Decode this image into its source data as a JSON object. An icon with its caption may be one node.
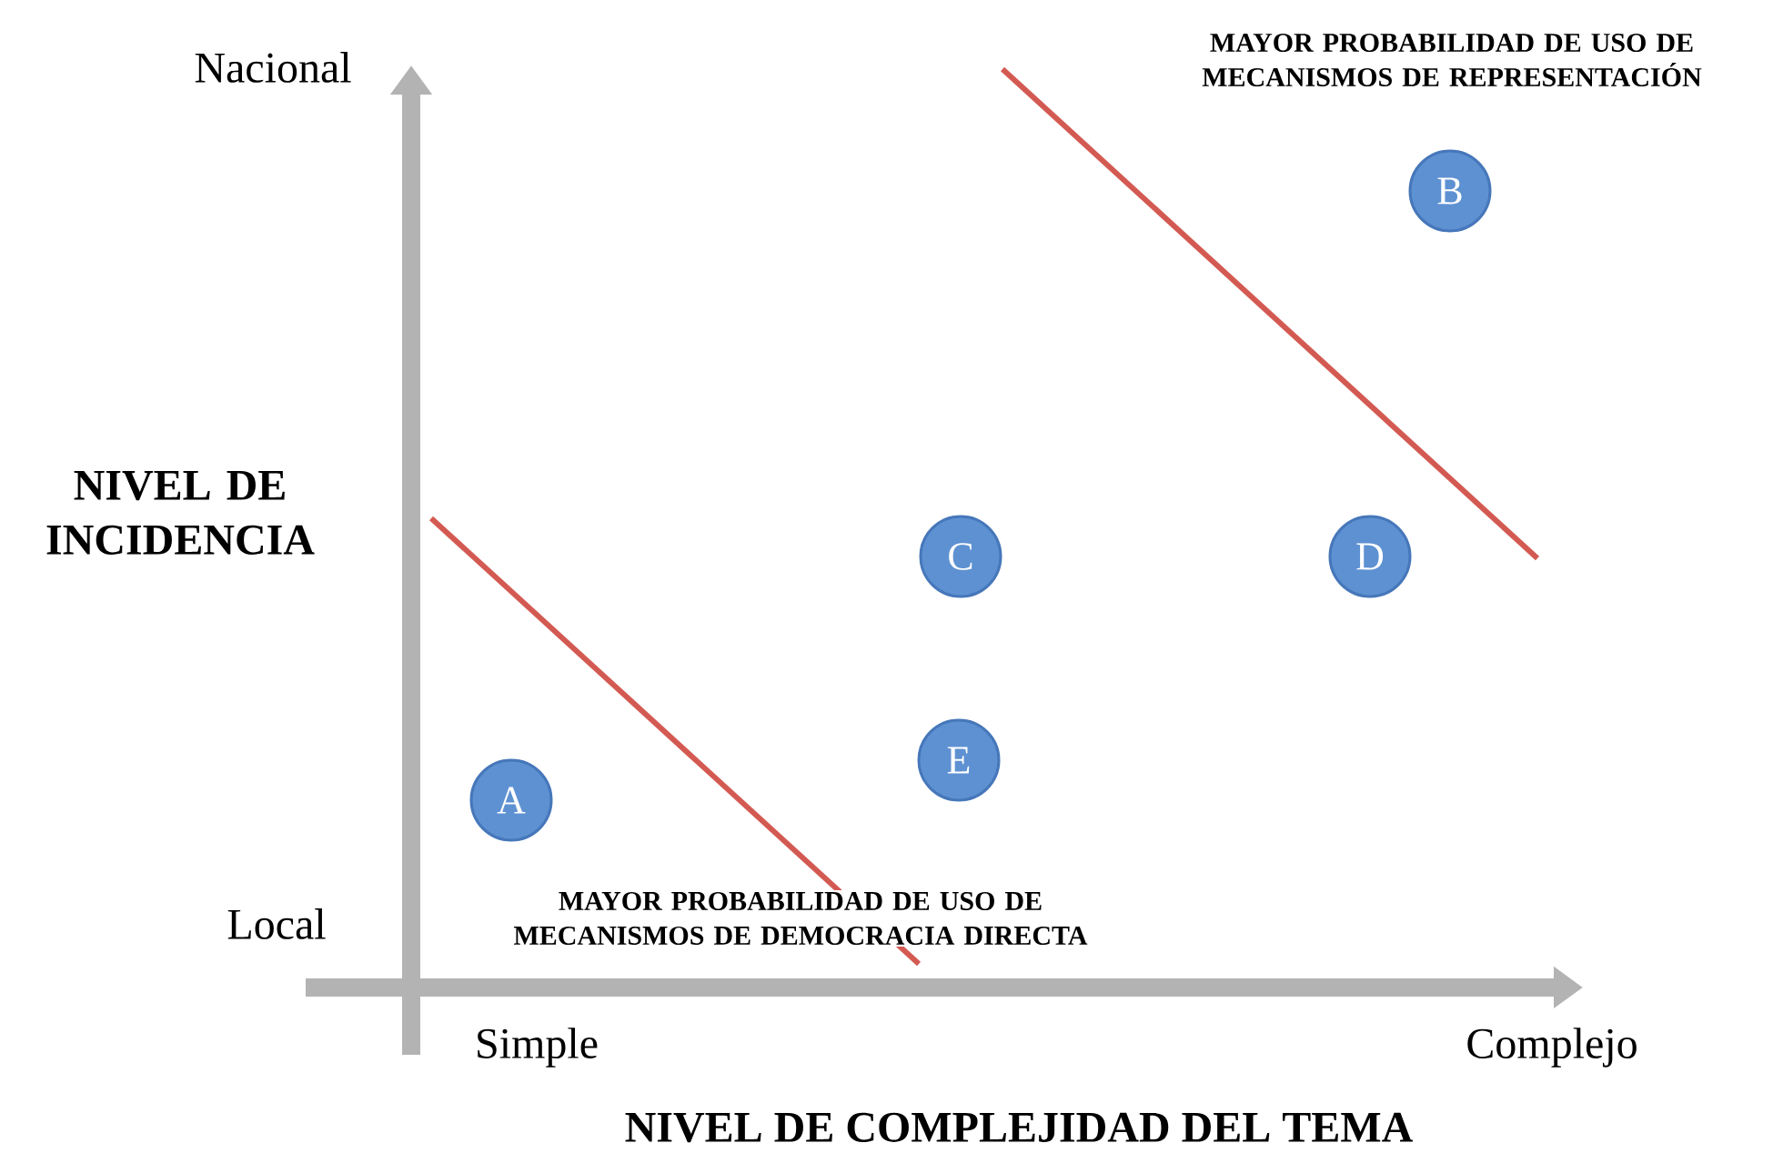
{
  "diagram": {
    "nodes": [
      {
        "text": [
          "B"
        ]
      },
      {
        "text": [
          "C"
        ]
      },
      {
        "text": [
          "D"
        ]
      },
      {
        "text": [
          "E"
        ]
      },
      {
        "text": [
          "A"
        ]
      }
    ],
    "edges": [],
    "labels": [
      "MAYOR PROBABILIDAD DE USO DE MECANISMOS DE REPRESENTACIÓN",
      "Nacional",
      "NIVEL DE INCIDENCIA",
      "Local",
      "MAYOR PROBABILIDAD DE USO DE MECANISMOS DE DEMOCRACIA DIRECTA",
      "Simple",
      "Complejo",
      "NIVEL DE COMPLEJIDAD DEL TEMA"
    ]
  }
}
